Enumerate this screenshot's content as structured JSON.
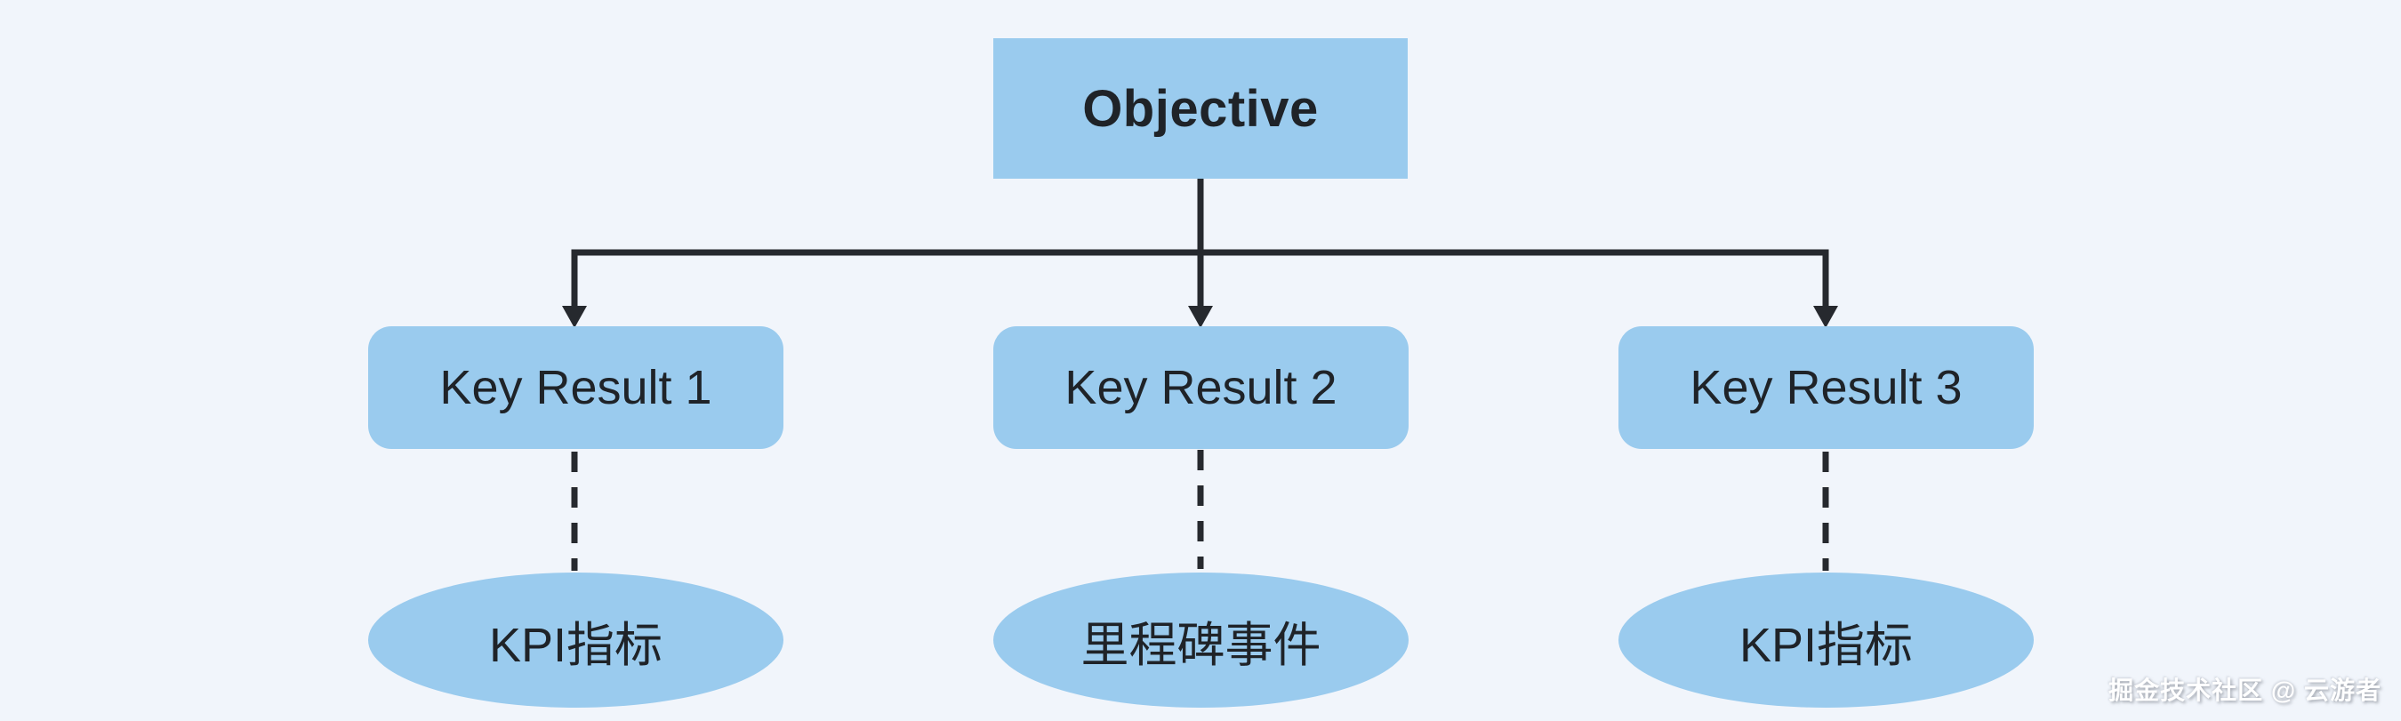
{
  "diagram": {
    "objective": {
      "label": "Objective"
    },
    "key_results": [
      {
        "label": "Key Result 1"
      },
      {
        "label": "Key Result 2"
      },
      {
        "label": "Key Result 3"
      }
    ],
    "metrics": [
      {
        "label": "KPI指标"
      },
      {
        "label": "里程碑事件"
      },
      {
        "label": "KPI指标"
      }
    ]
  },
  "watermark": {
    "text": "掘金技术社区 @ 云游者"
  },
  "colors": {
    "background": "#F1F5FB",
    "node_fill": "#9ACBEE",
    "line": "#26292E",
    "text": "#1F2328",
    "watermark_text": "#FFFFFF"
  }
}
